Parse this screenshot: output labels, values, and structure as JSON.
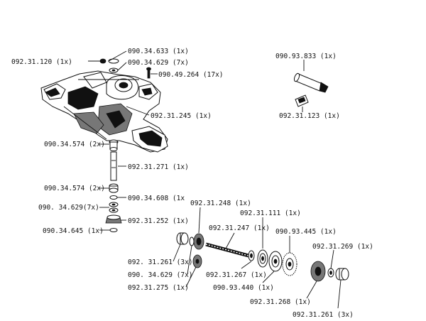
{
  "labels": {
    "l01": "092.31.120 (1x)",
    "l02": "090.34.633 (1x)",
    "l03": "090.34.629 (7x)",
    "l04": "090.49.264 (17x)",
    "l05": "092.31.245 (1x)",
    "l06": "090.34.574 (2x)",
    "l07": "092.31.271 (1x)",
    "l08": "090.34.574 (2x)",
    "l09": "090.34.608 (1x",
    "l10": "090. 34.629(7x)",
    "l11": "092.31.252 (1x)",
    "l12": "090.34.645 (1x)",
    "l13": "090.93.833 (1x)",
    "l14": "092.31.123 (1x)",
    "l15": "092.31.248 (1x)",
    "l16": "092.31.111 (1x)",
    "l17": "092.31.247 (1x)",
    "l18": "090.93.445 (1x)",
    "l19": "092.31.269 (1x)",
    "l20": "092. 31.261 (3x)",
    "l21": "090. 34.629 (7x)",
    "l22": "092.31.267 (1x)",
    "l23": "092.31.275 (1x)",
    "l24": "090.93.440 (1x)",
    "l25": "092.31.268 (1x)",
    "l26": "092.31.261 (3x)"
  }
}
